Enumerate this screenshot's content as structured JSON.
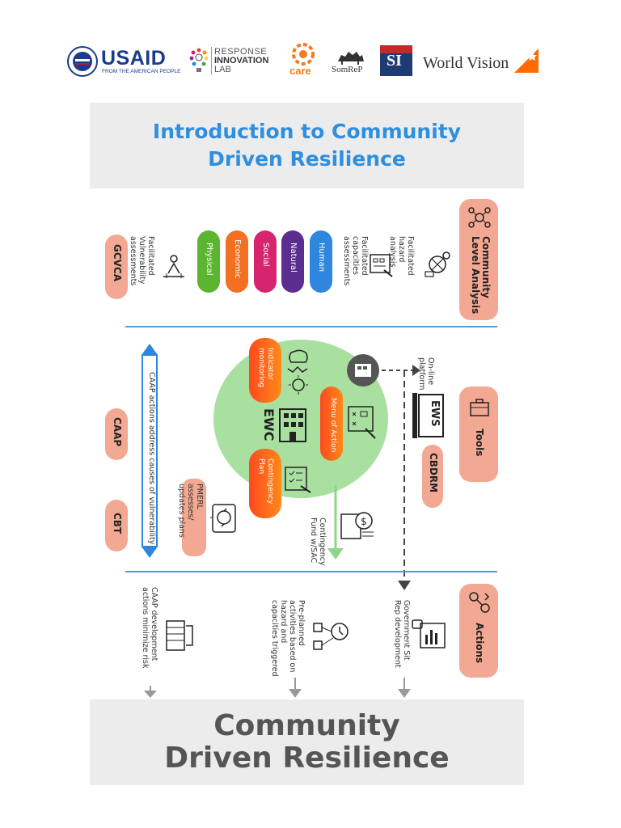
{
  "logos": {
    "usaid": "USAID",
    "usaid_tagline": "FROM THE AMERICAN PEOPLE",
    "ril_line1": "RESPONSE",
    "ril_line2": "INNOVATION",
    "ril_line3": "LAB",
    "care": "care",
    "somrep": "SomReP",
    "si": "SI",
    "worldvision": "World Vision"
  },
  "title": {
    "line1": "Introduction to Community",
    "line2": "Driven Resilience"
  },
  "analysis": {
    "label": "Community Level Analysis",
    "hazard": "Facilitated hazard analysis",
    "capacities": "Facilitated capacities assessments",
    "vulnerability": "Facilitated Vulnerability assessments",
    "gcvca": "GCVCA",
    "capitals": [
      "Human",
      "Natural",
      "Social",
      "Economic",
      "Physical"
    ],
    "capital_colors": [
      "#2e86de",
      "#5b2d8e",
      "#d6256e",
      "#f37021",
      "#5cb531"
    ]
  },
  "tools": {
    "label": "Tools",
    "ews": "EWS",
    "cbdrm": "CBDRM",
    "online": "On-line platform",
    "caap": "CAAP",
    "cbt": "CBT",
    "caap_arrow": "CAAP actions address causes of vulnerability",
    "pmerl": "PMERL assesses/ updates plans",
    "ewc": "EWC",
    "indicator": "Indicator monitoring",
    "menu": "Menu of Action",
    "contingency_plan": "Contingency Plan",
    "contingency_fund": "Contingency Fund w/SAC"
  },
  "actions": {
    "label": "Actions",
    "government": "Government Sit Rep development",
    "preplanned": "Pre-planned activities based on hazard and capacities triggered",
    "development": "CAAP development actions minimize risk"
  },
  "bottom": {
    "line1": "Community",
    "line2": "Driven  Resilience"
  },
  "colors": {
    "title_blue": "#2f8fdd",
    "salmon": "#f2a892",
    "divider": "#5b9ad6",
    "green_circle": "#a9e0a0",
    "gray_box": "#ececec"
  }
}
